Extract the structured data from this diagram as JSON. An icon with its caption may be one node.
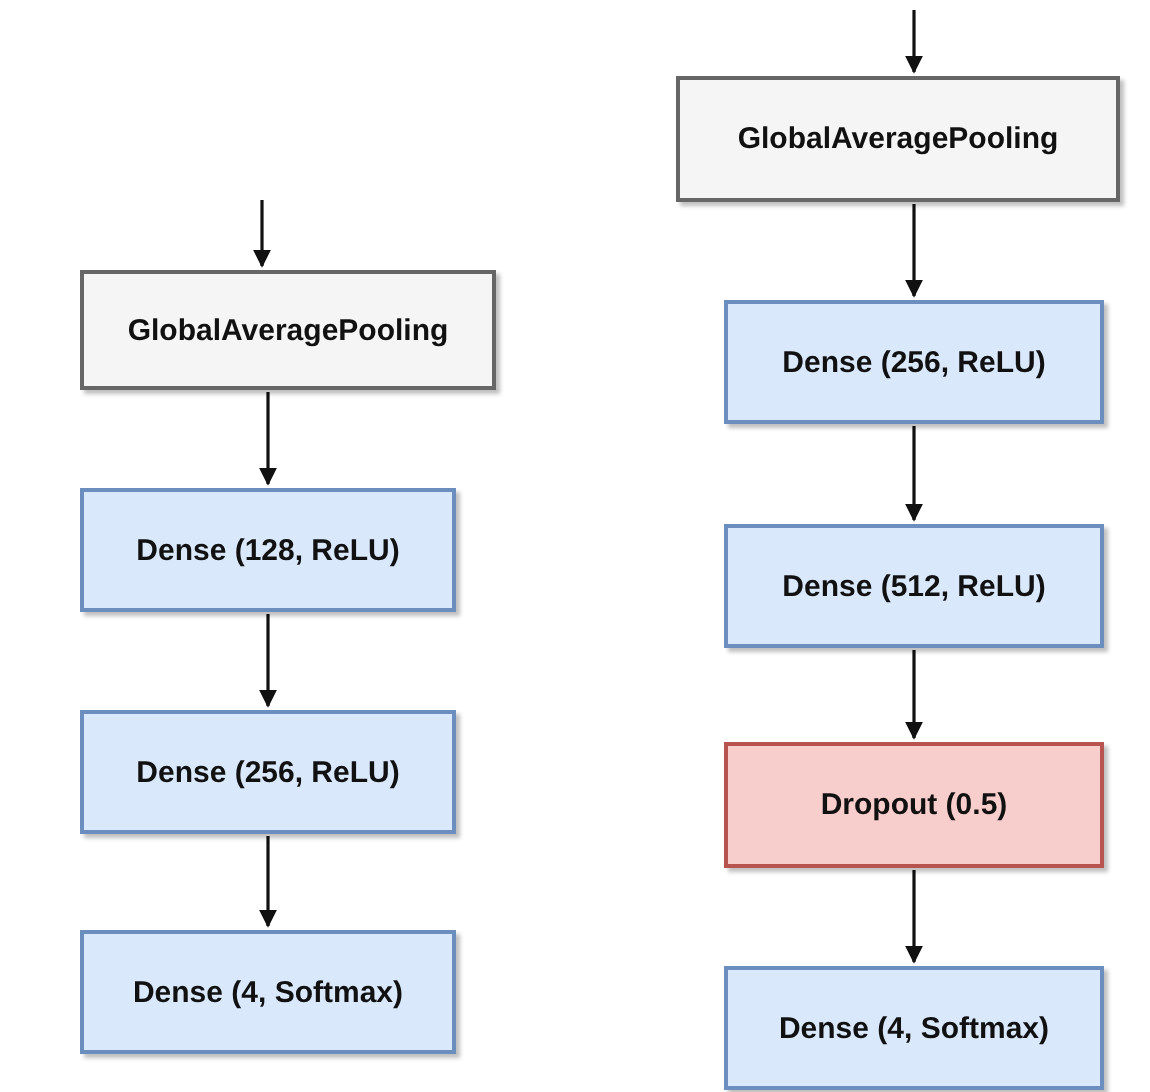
{
  "diagram": {
    "nodes": [
      {
        "text": [
          "GlobalAveragePooling"
        ]
      },
      {
        "text": [
          "Dense (128, ReLU)"
        ]
      },
      {
        "text": [
          "Dense (256, ReLU)"
        ]
      },
      {
        "text": [
          "Dense (4, Softmax)"
        ]
      },
      {
        "text": [
          "GlobalAveragePooling"
        ]
      },
      {
        "text": [
          "Dense (256, ReLU)"
        ]
      },
      {
        "text": [
          "Dense (512, ReLU)"
        ]
      },
      {
        "text": [
          "Dropout (0.5)"
        ]
      },
      {
        "text": [
          "Dense (4, Softmax)"
        ]
      }
    ],
    "edges": [
      {
        "from": null,
        "to": 0,
        "arrow": "to"
      },
      {
        "from": 0,
        "to": 1,
        "arrow": "to"
      },
      {
        "from": 1,
        "to": 2,
        "arrow": "to"
      },
      {
        "from": 2,
        "to": 3,
        "arrow": "to"
      },
      {
        "from": null,
        "to": 4,
        "arrow": "to"
      },
      {
        "from": 4,
        "to": 5,
        "arrow": "to"
      },
      {
        "from": 5,
        "to": 6,
        "arrow": "to"
      },
      {
        "from": 6,
        "to": 7,
        "arrow": "to"
      },
      {
        "from": 7,
        "to": 8,
        "arrow": "to"
      }
    ]
  }
}
